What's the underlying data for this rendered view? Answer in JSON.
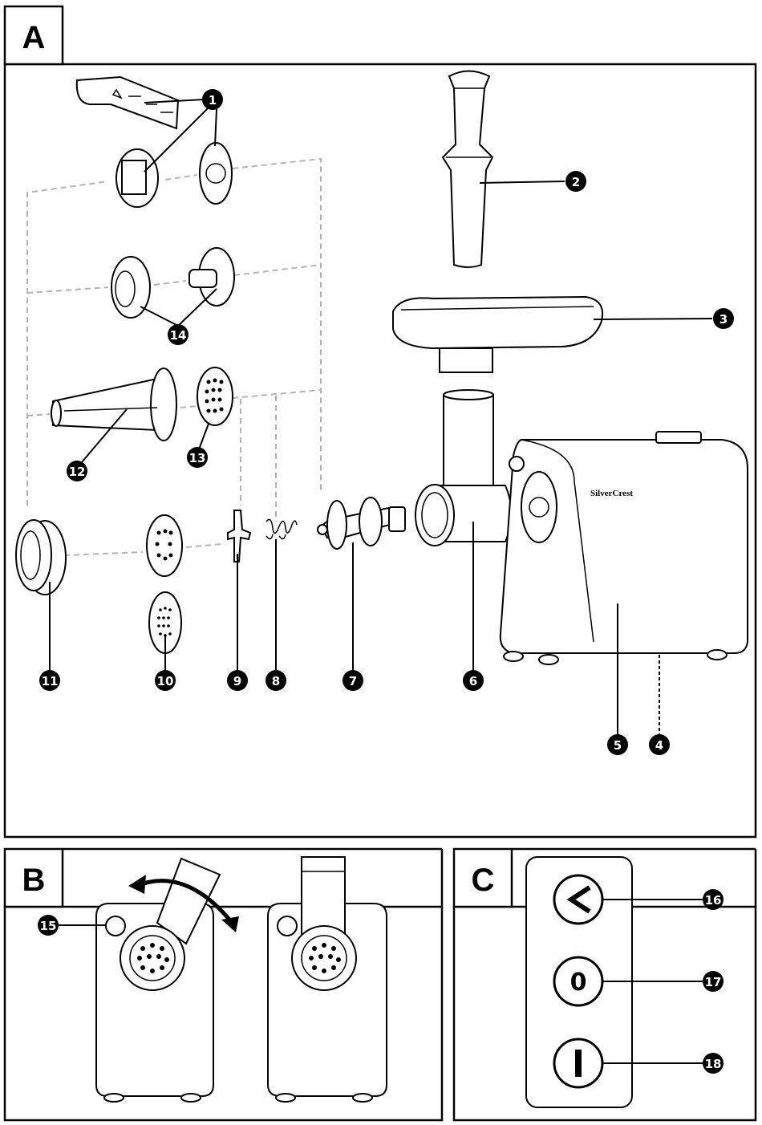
{
  "sections": [
    {
      "id": "A",
      "label": "A"
    },
    {
      "id": "B",
      "label": "B"
    },
    {
      "id": "C",
      "label": "C"
    }
  ],
  "brand": "SilverCrest",
  "callouts": [
    {
      "id": "c1",
      "label": "1"
    },
    {
      "id": "c2",
      "label": "2"
    },
    {
      "id": "c3",
      "label": "3"
    },
    {
      "id": "c4",
      "label": "4"
    },
    {
      "id": "c5",
      "label": "5"
    },
    {
      "id": "c6",
      "label": "6"
    },
    {
      "id": "c7",
      "label": "7"
    },
    {
      "id": "c8",
      "label": "8"
    },
    {
      "id": "c9",
      "label": "9"
    },
    {
      "id": "c10",
      "label": "10"
    },
    {
      "id": "c11",
      "label": "11"
    },
    {
      "id": "c12",
      "label": "12"
    },
    {
      "id": "c13",
      "label": "13"
    },
    {
      "id": "c14",
      "label": "14"
    },
    {
      "id": "c15",
      "label": "15"
    },
    {
      "id": "c16",
      "label": "16"
    },
    {
      "id": "c17",
      "label": "17"
    },
    {
      "id": "c18",
      "label": "18"
    }
  ],
  "control_buttons": [
    {
      "id": "reverse",
      "symbol": "<",
      "icon": "reverse-chevron-icon"
    },
    {
      "id": "off",
      "symbol": "0",
      "icon": "off-zero-icon"
    },
    {
      "id": "on",
      "symbol": "I",
      "icon": "on-one-icon"
    }
  ]
}
